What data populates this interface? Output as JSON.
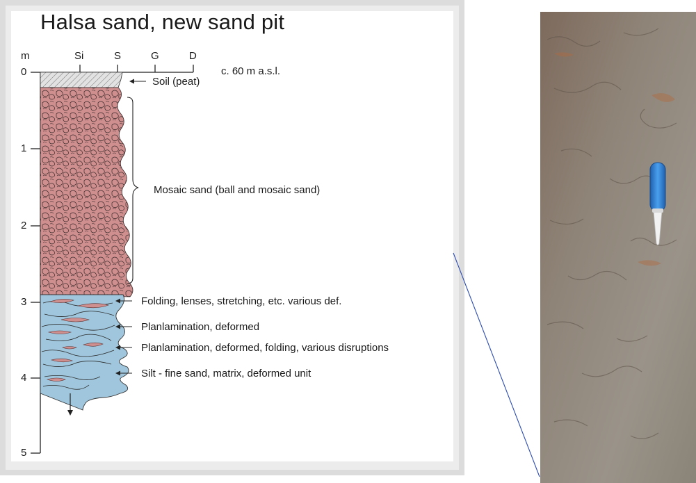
{
  "title": "Halsa sand, new sand pit",
  "depth_axis": {
    "unit": "m",
    "ticks": [
      "0",
      "1",
      "2",
      "3",
      "4",
      "5"
    ]
  },
  "grain_size_axis": [
    "Si",
    "S",
    "G",
    "D"
  ],
  "elevation": "c. 60 m a.s.l.",
  "units": [
    {
      "name": "Soil (peat)",
      "fill": "#d9d9d9"
    },
    {
      "name": "Mosaic sand (ball and mosaic sand)",
      "fill": "#cf8f8f"
    },
    {
      "name": "Deformed unit",
      "fill": "#9fc6dc"
    }
  ],
  "annotations": [
    "Soil (peat)",
    "Mosaic sand (ball and mosaic sand)",
    "Folding, lenses, stretching, etc. various def.",
    "Planlamination, deformed",
    "Planlamination, deformed, folding, various disruptions",
    "Silt - fine sand, matrix, deformed unit"
  ],
  "photo": {
    "description_icon": "field-photo-knife",
    "colors": {
      "rock": "#8e7f73",
      "knife_handle": "#2f7fd0",
      "blade": "#f2f2f2"
    }
  },
  "connector_color": "#2b4bb0"
}
